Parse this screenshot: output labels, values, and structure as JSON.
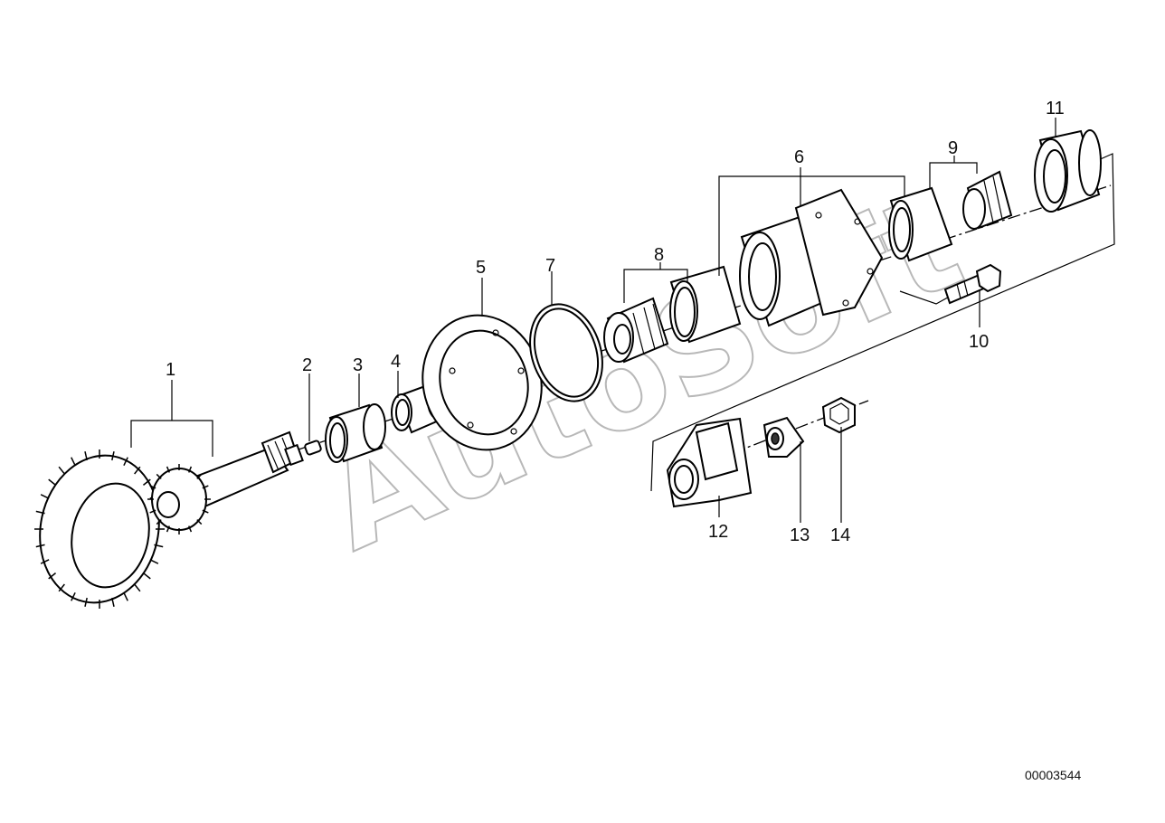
{
  "watermark": "AutoSoft",
  "document_number": "00003544",
  "callouts": [
    "1",
    "2",
    "3",
    "4",
    "5",
    "6",
    "7",
    "8",
    "9",
    "10",
    "11",
    "12",
    "13",
    "14"
  ]
}
